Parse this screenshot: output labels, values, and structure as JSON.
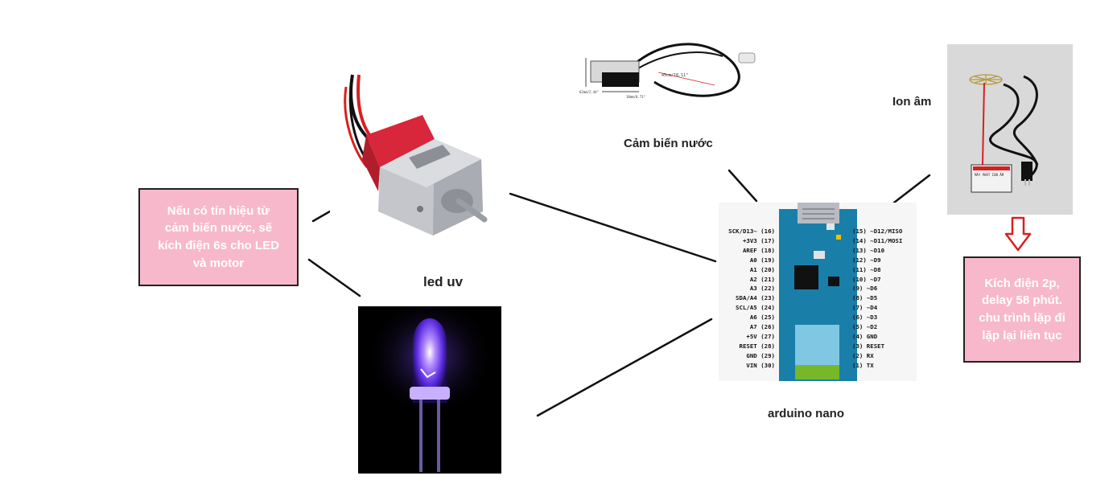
{
  "labels": {
    "motor": "motor",
    "led": "led uv",
    "water_sensor": "Cảm biến nước",
    "ion": "Ion âm",
    "arduino": "arduino nano"
  },
  "boxes": {
    "left": [
      "Nếu có tín hiệu từ",
      "cảm biến nước, sẽ",
      "kích điện 6s cho LED",
      "và motor"
    ],
    "right": [
      "Kích điện 2p,",
      "delay 58 phút.",
      "chu trình lặp đi",
      "lặp lại liên tục"
    ]
  },
  "sensor_dims": {
    "length": "45cm/18.11\"",
    "width": "62mm/2.44\"",
    "depth": "18mm/0.71\""
  },
  "ion_module": {
    "title": "MÁY PHÁT ION ÂM"
  },
  "pins_left": [
    "SCK/D13~ (16)",
    "+3V3 (17)",
    "AREF (18)",
    "A0 (19)",
    "A1 (20)",
    "A2 (21)",
    "A3 (22)",
    "SDA/A4 (23)",
    "SCL/A5 (24)",
    "A6 (25)",
    "A7 (26)",
    "+5V (27)",
    "RESET (28)",
    "GND (29)",
    "VIN (30)"
  ],
  "pins_right": [
    "(15) ~D12/MISO",
    "(14) ~D11/MOSI",
    "(13) ~D10",
    "(12) ~D9",
    "(11) ~D8",
    "(10) ~D7",
    "(9) ~D6",
    "(8) ~D5",
    "(7) ~D4",
    "(6) ~D3",
    "(5) ~D2",
    "(4) GND",
    "(3) RESET",
    "(2) RX",
    "(1) TX"
  ],
  "colors": {
    "box_fill": "#f8b8cc",
    "motor_cap": "#d8263a",
    "board": "#1a7fa8",
    "arrow": "#d82020"
  }
}
